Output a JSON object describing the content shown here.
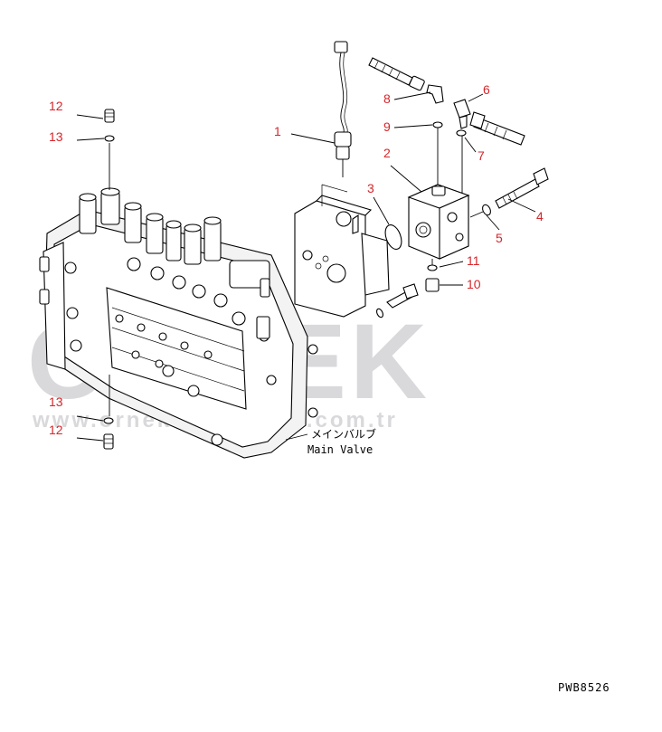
{
  "diagram": {
    "callouts": [
      {
        "id": "c1",
        "label": "1"
      },
      {
        "id": "c2",
        "label": "2"
      },
      {
        "id": "c3",
        "label": "3"
      },
      {
        "id": "c4",
        "label": "4"
      },
      {
        "id": "c5",
        "label": "5"
      },
      {
        "id": "c6",
        "label": "6"
      },
      {
        "id": "c7",
        "label": "7"
      },
      {
        "id": "c8",
        "label": "8"
      },
      {
        "id": "c9",
        "label": "9"
      },
      {
        "id": "c10",
        "label": "10"
      },
      {
        "id": "c11",
        "label": "11"
      },
      {
        "id": "c12a",
        "label": "12"
      },
      {
        "id": "c13a",
        "label": "13"
      },
      {
        "id": "c13b",
        "label": "13"
      },
      {
        "id": "c12b",
        "label": "12"
      }
    ],
    "main_valve_label_jp": "メインバルブ",
    "main_valve_label_en": "Main Valve",
    "drawing_ref": "PWB8526"
  },
  "watermark": {
    "text": "ORNEK",
    "url": "www.ornekmakinalari.com.tr"
  },
  "colors": {
    "callout": "#d6262b",
    "watermark": "#d9d9dc",
    "line": "#000000"
  }
}
